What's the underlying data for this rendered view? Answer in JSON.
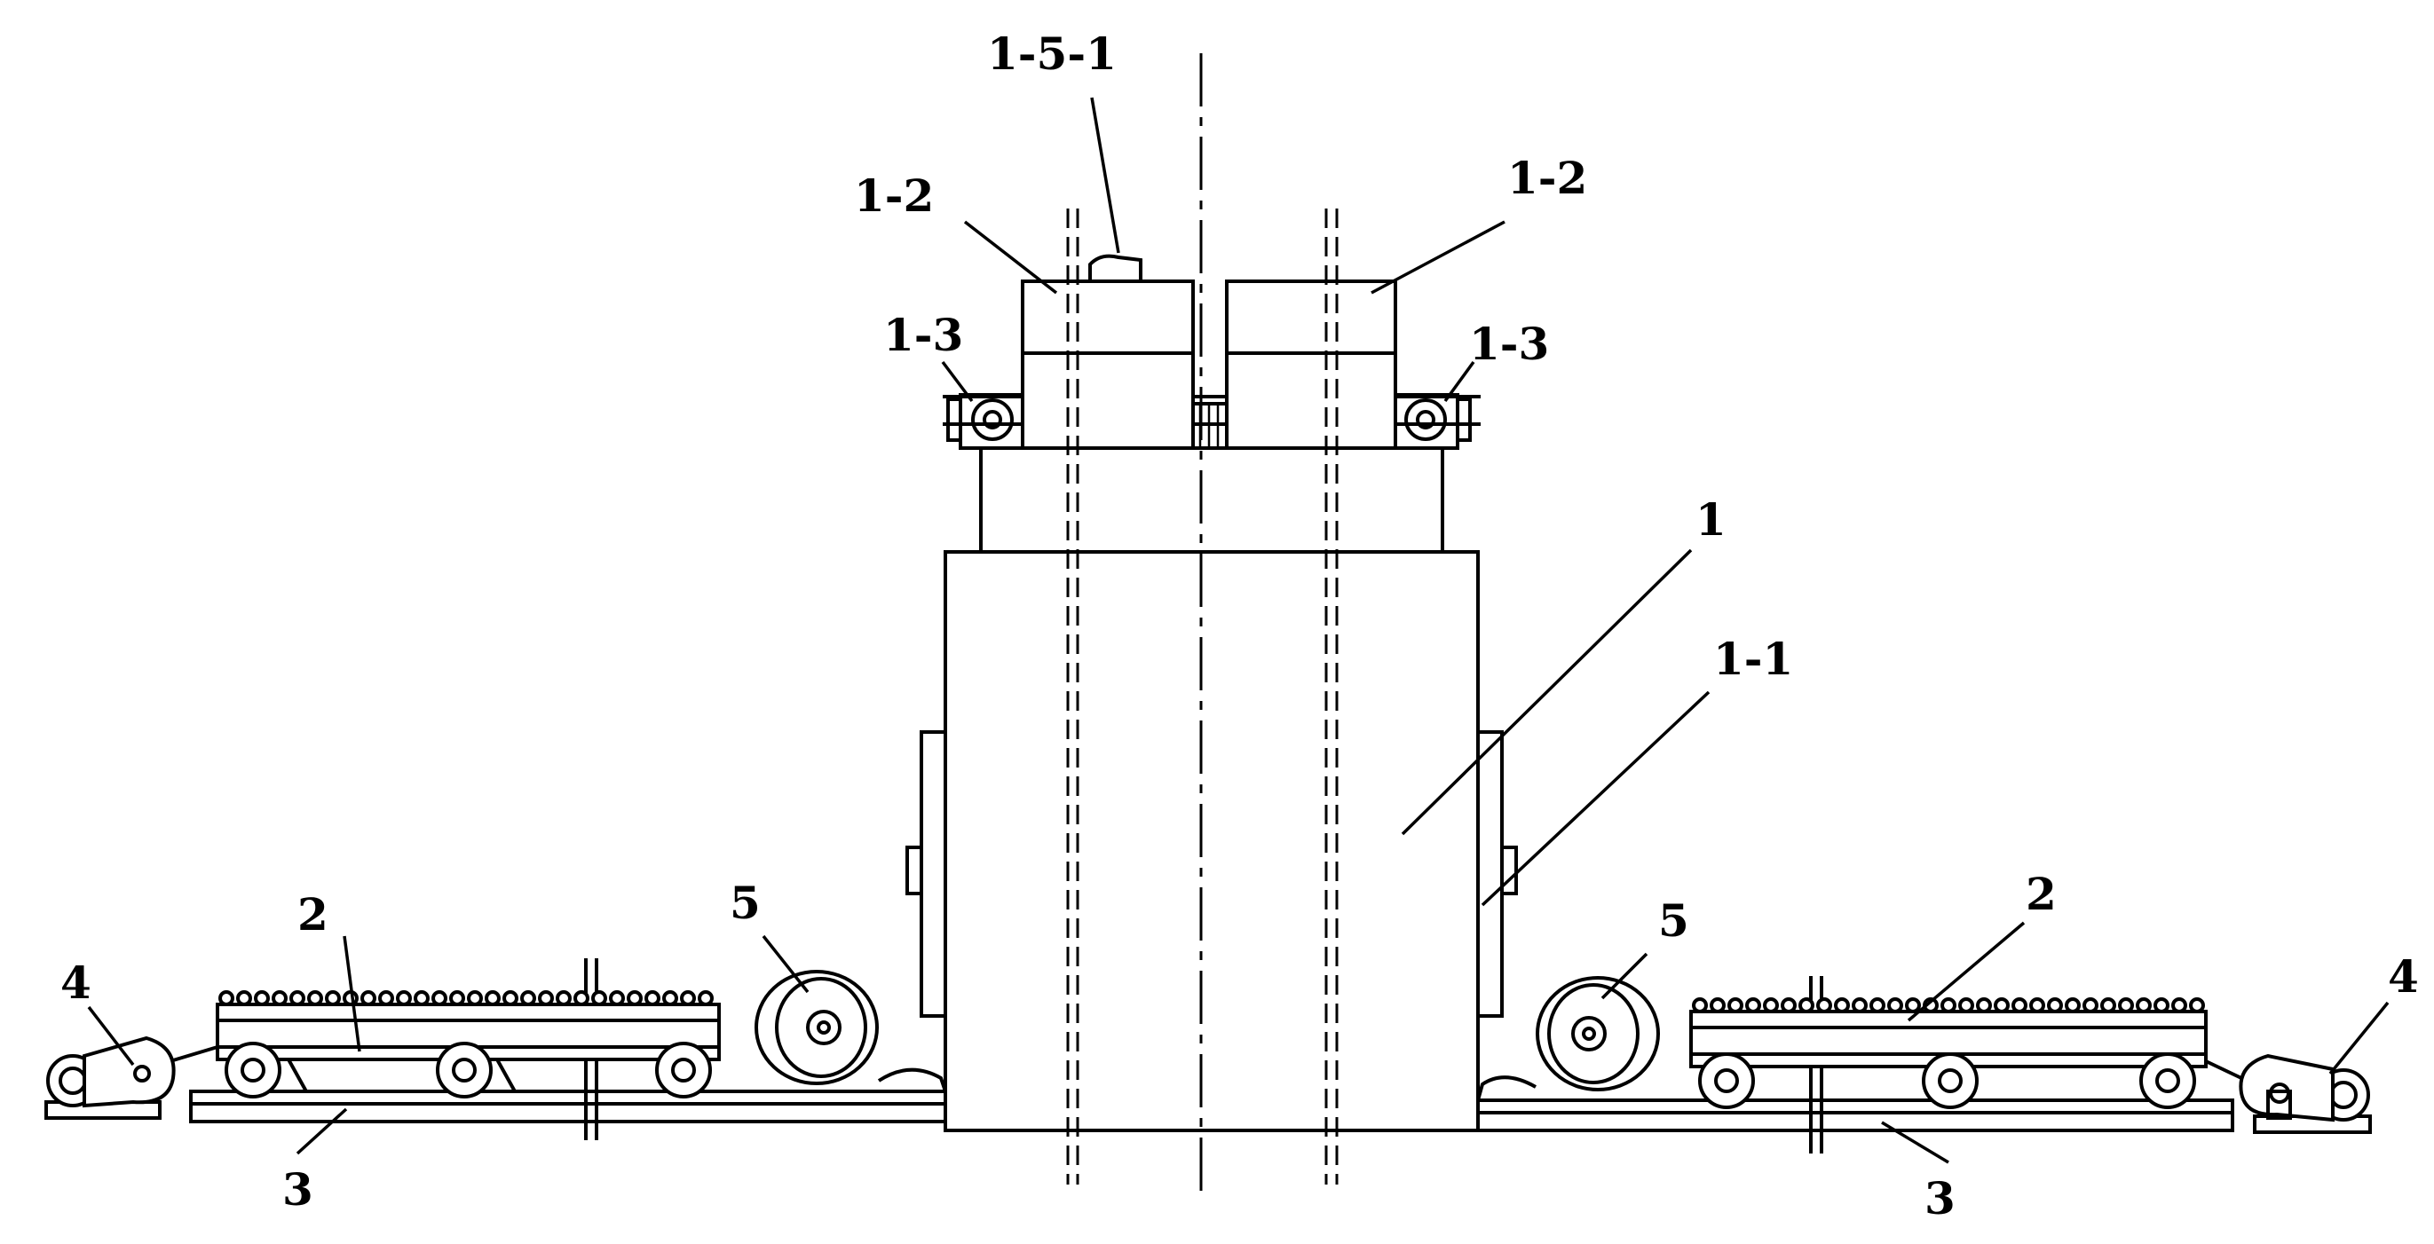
{
  "labels": {
    "furnace": "1",
    "furnace_door": "1-1",
    "lid_left": "1-2",
    "lid_right": "1-2",
    "lid_wheel_left": "1-3",
    "lid_wheel_right": "1-3",
    "lid_lifter": "1-5-1",
    "cart_left": "2",
    "cart_right": "2",
    "rail_left": "3",
    "rail_right": "3",
    "winch_left": "4",
    "winch_right": "4",
    "pulley_left": "5",
    "pulley_right": "5"
  }
}
